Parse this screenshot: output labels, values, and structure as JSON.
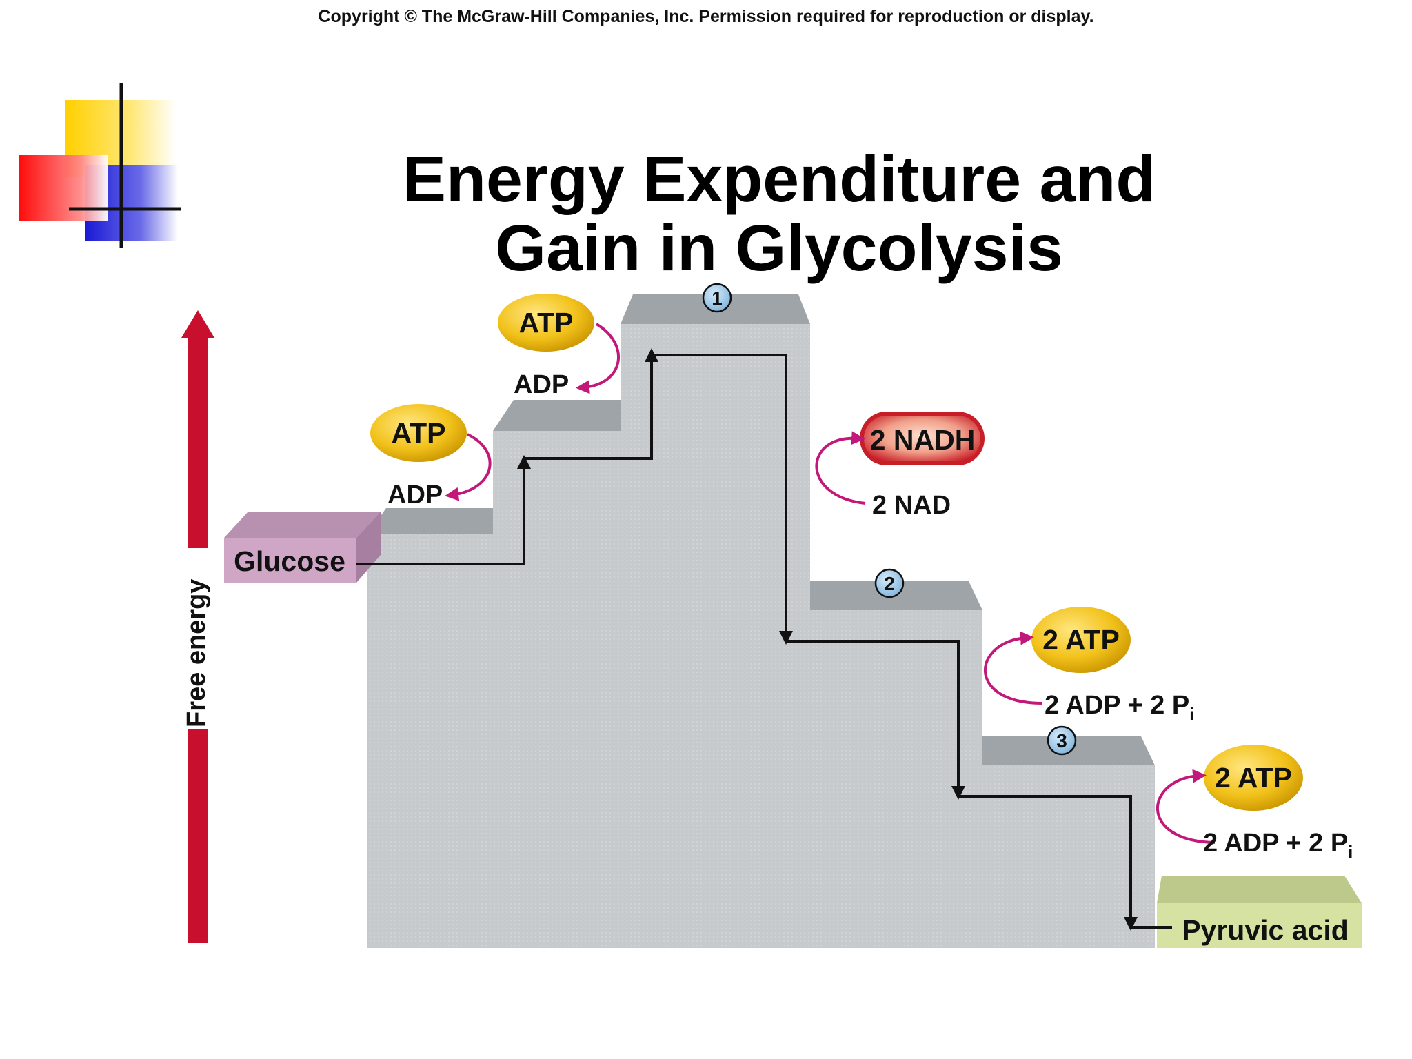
{
  "copyright": "Copyright © The McGraw-Hill Companies, Inc. Permission required for reproduction or display.",
  "title_line1": "Energy Expenditure and",
  "title_line2": "Gain in Glycolysis",
  "axis_label": "Free energy",
  "glucose": "Glucose",
  "pyruvic": "Pyruvic acid",
  "step1": "1",
  "step2": "2",
  "step3": "3",
  "atp": "ATP",
  "adp": "ADP",
  "nadh": "2 NADH",
  "nad": "2 NAD",
  "two_atp": "2 ATP",
  "two_adp_pi": "2 ADP + 2 P",
  "pi_sub": "i",
  "colors": {
    "arrow_red": "#c8102e",
    "curve_magenta": "#c2187a",
    "atp_gold": "#f2c21b",
    "nadh_red": "#d0202a",
    "stair_gray": "#c6cacd",
    "glucose_pink": "#cfa6c6",
    "pyruvic_green": "#d5e2a2",
    "step_circle_blue": "#8fc0e6"
  }
}
